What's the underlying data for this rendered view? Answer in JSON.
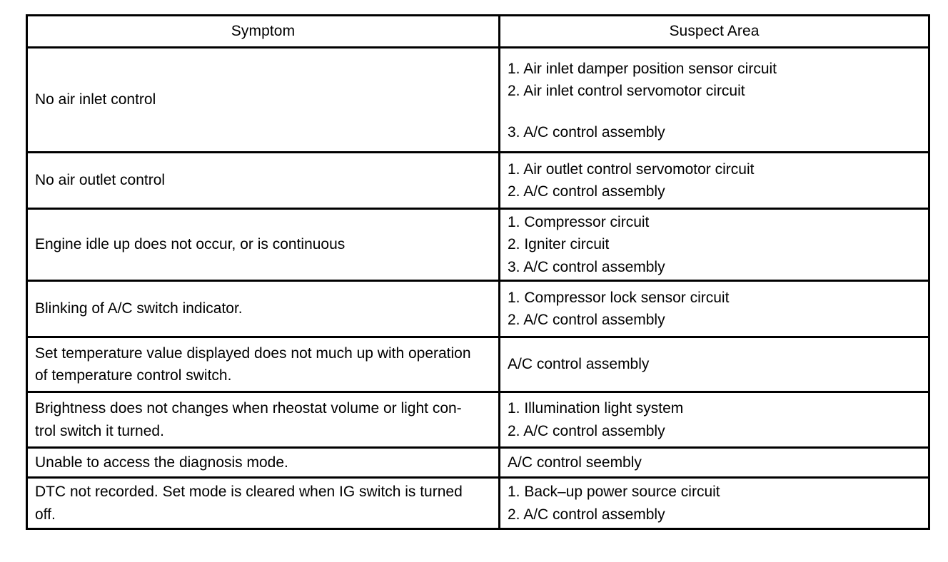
{
  "table": {
    "columns": [
      {
        "key": "symptom",
        "label": "Symptom"
      },
      {
        "key": "suspect_area",
        "label": "Suspect Area"
      }
    ],
    "rows": [
      {
        "symptom": [
          "No air inlet control"
        ],
        "suspect_area": [
          "1. Air inlet damper position sensor circuit",
          "2. Air inlet control servomotor circuit",
          "",
          "3. A/C control assembly"
        ]
      },
      {
        "symptom": [
          "No air outlet control"
        ],
        "suspect_area": [
          "1. Air outlet control servomotor circuit",
          "2. A/C control assembly"
        ]
      },
      {
        "symptom": [
          "Engine idle up does not occur, or is continuous"
        ],
        "suspect_area": [
          "1. Compressor circuit",
          "2. Igniter circuit",
          "3. A/C control assembly"
        ]
      },
      {
        "symptom": [
          "Blinking of A/C switch indicator."
        ],
        "suspect_area": [
          "1. Compressor lock sensor circuit",
          "2. A/C control assembly"
        ]
      },
      {
        "symptom": [
          "Set temperature value displayed does not much up with operation",
          "of temperature control switch."
        ],
        "suspect_area": [
          "A/C control assembly"
        ]
      },
      {
        "symptom": [
          "Brightness does not changes when rheostat volume or light con-",
          "trol switch it turned."
        ],
        "suspect_area": [
          "1. Illumination light system",
          "2. A/C control assembly"
        ]
      },
      {
        "symptom": [
          "Unable to access the diagnosis mode."
        ],
        "suspect_area": [
          "A/C control seembly"
        ]
      },
      {
        "symptom": [
          "DTC not recorded. Set mode is cleared when IG switch is turned",
          "off."
        ],
        "suspect_area": [
          "1. Back–up power source circuit",
          "2. A/C control assembly"
        ]
      }
    ]
  },
  "colors": {
    "text": "#000000",
    "border": "#000000",
    "background": "#ffffff"
  }
}
